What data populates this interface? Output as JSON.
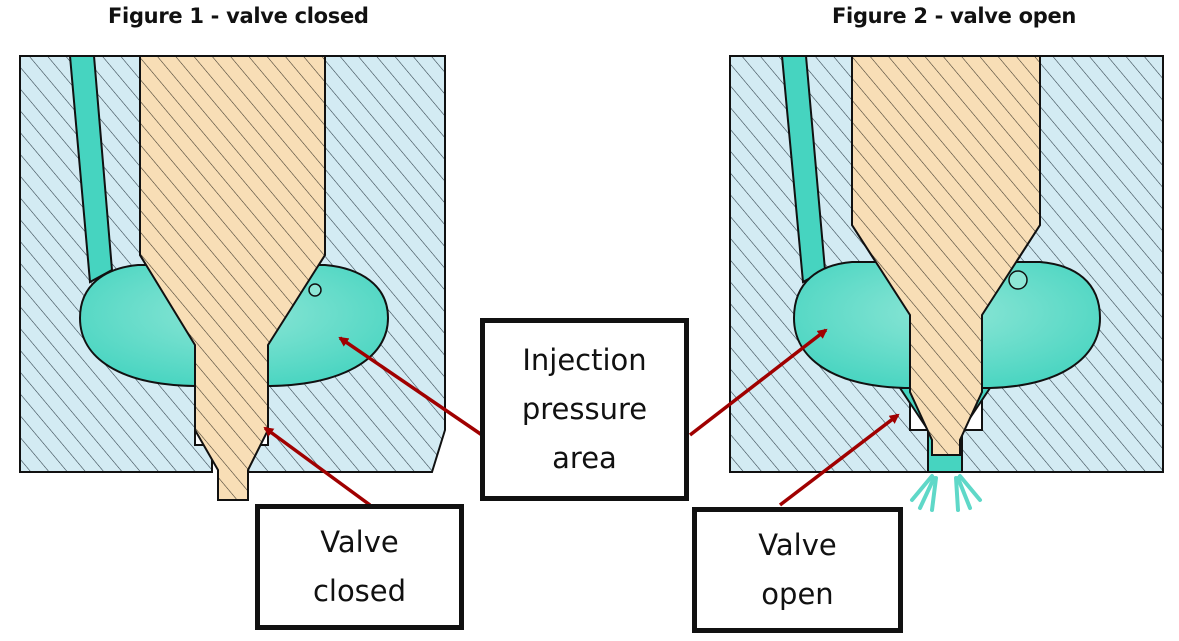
{
  "figure1": {
    "title": "Figure 1 - valve closed"
  },
  "figure2": {
    "title": "Figure 2 - valve open"
  },
  "callouts": {
    "injection": {
      "line1": "Injection",
      "line2": "pressure",
      "line3": "area"
    },
    "closed": {
      "line1": "Valve",
      "line2": "closed"
    },
    "open": {
      "line1": "Valve",
      "line2": "open"
    }
  },
  "colors": {
    "body": "#d3ebf3",
    "needle": "#f8deb6",
    "fuel": "#46d4c0",
    "fuel_light": "#8ee6d6",
    "hatch": "#2a3a44",
    "arrow": "#a00000",
    "spray": "#5fd8c8"
  }
}
